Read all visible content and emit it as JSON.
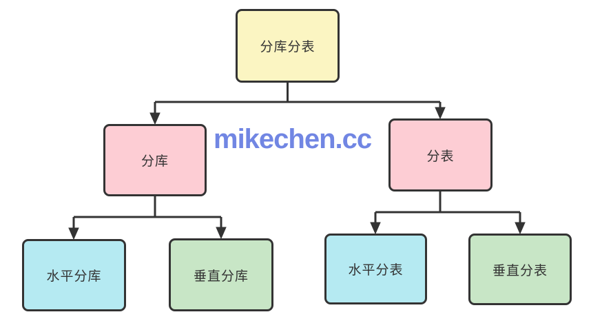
{
  "diagram": {
    "watermark": "mikechen.cc",
    "nodes": [
      {
        "id": "root",
        "label": "分库分表",
        "fill": "#FBF5C2",
        "level": 1
      },
      {
        "id": "fenku",
        "label": "分库",
        "fill": "#FDCDD4",
        "level": 2
      },
      {
        "id": "fenbiao",
        "label": "分表",
        "fill": "#FDCDD4",
        "level": 2
      },
      {
        "id": "shuiping-fenku",
        "label": "水平分库",
        "fill": "#B5EAF2",
        "level": 3
      },
      {
        "id": "chuizhi-fenku",
        "label": "垂直分库",
        "fill": "#C8E6C6",
        "level": 3
      },
      {
        "id": "shuiping-fenbiao",
        "label": "水平分表",
        "fill": "#B5EAF2",
        "level": 3
      },
      {
        "id": "chuizhi-fenbiao",
        "label": "垂直分表",
        "fill": "#C8E6C6",
        "level": 3
      }
    ],
    "edges": [
      {
        "from": "root",
        "to": "fenku"
      },
      {
        "from": "root",
        "to": "fenbiao"
      },
      {
        "from": "fenku",
        "to": "shuiping-fenku"
      },
      {
        "from": "fenku",
        "to": "chuizhi-fenku"
      },
      {
        "from": "fenbiao",
        "to": "shuiping-fenbiao"
      },
      {
        "from": "fenbiao",
        "to": "chuizhi-fenbiao"
      }
    ],
    "colors": {
      "background": "#FFFFFF",
      "node_border": "#333333",
      "connector": "#333333",
      "node_text": "#333333",
      "watermark": "#7186E3",
      "yellow": "#FBF5C2",
      "pink": "#FDCDD4",
      "cyan": "#B5EAF2",
      "green": "#C8E6C6"
    }
  }
}
